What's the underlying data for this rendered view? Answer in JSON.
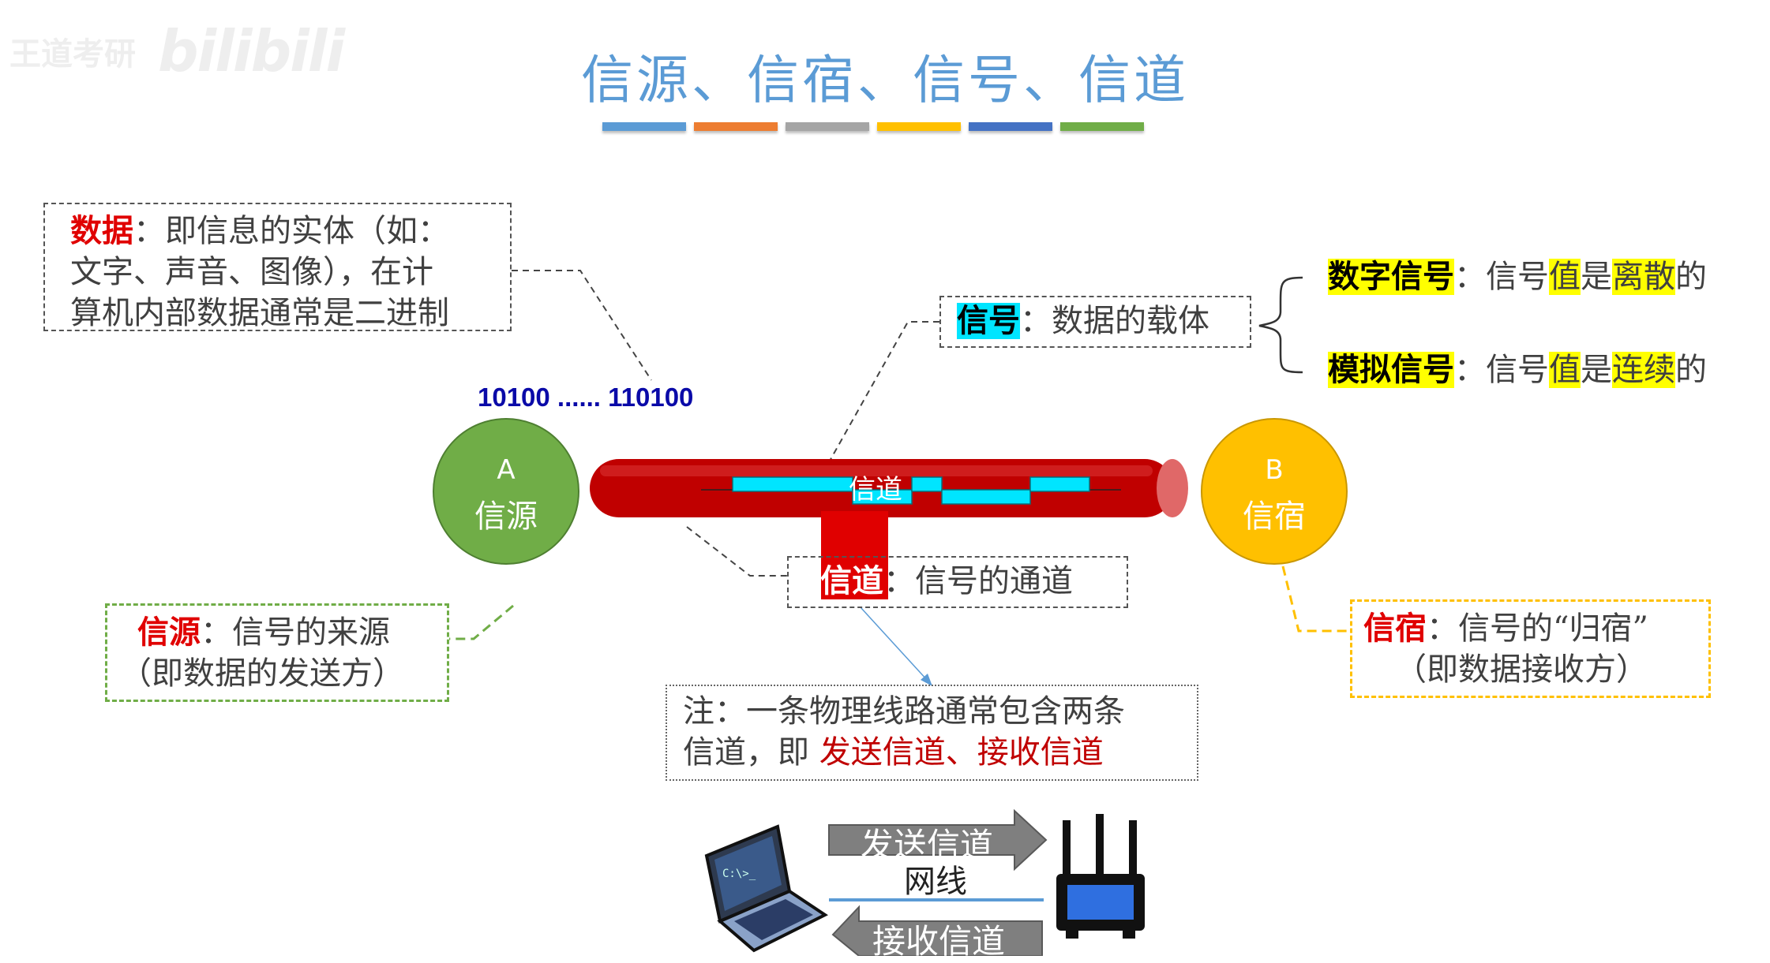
{
  "watermark": {
    "author": "王道考研",
    "logo": "bilibili"
  },
  "title": "信源、信宿、信号、信道",
  "title_bar_colors": [
    "#5b9bd5",
    "#ed7d31",
    "#a5a5a5",
    "#ffc000",
    "#4472c4",
    "#70ad47"
  ],
  "data_box": {
    "term": "数据",
    "sep": "：",
    "line1": "即信息的实体（如：",
    "line2": "文字、声音、图像），在计",
    "line3": "算机内部数据通常是二进制"
  },
  "bits": "10100 ...... 110100",
  "signal_box": {
    "term": "信号",
    "sep": "：",
    "text": "数据的载体"
  },
  "digital": {
    "term": "数字信号",
    "sep": "：",
    "p1": "信号",
    "p2": "值",
    "p3": "是",
    "p4": "离散",
    "p5": "的"
  },
  "analog": {
    "term": "模拟信号",
    "sep": "：",
    "p1": "信号",
    "p2": "值",
    "p3": "是",
    "p4": "连续",
    "p5": "的"
  },
  "source": {
    "letter": "A",
    "name": "信源"
  },
  "sink": {
    "letter": "B",
    "name": "信宿"
  },
  "pipe_label": "信道",
  "source_box": {
    "term": "信源",
    "sep": "：",
    "text": "信号的来源",
    "line2": "（即数据的发送方）"
  },
  "channel_box": {
    "term": "信道",
    "sep": "：",
    "text": "信号的通道"
  },
  "sink_box": {
    "term": "信宿",
    "sep": "：",
    "text": "信号的“归宿”",
    "line2": "（即数据接收方）"
  },
  "note": {
    "prefix": "注：一条物理线路通常包含两条",
    "line2_prefix": "信道，即 ",
    "send": "发送信道",
    "sep": "、",
    "recv": "接收信道"
  },
  "bottom": {
    "send_label": "发送信道",
    "cable_label": "网线",
    "recv_label": "接收信道"
  },
  "colors": {
    "title": "#5b9bd5",
    "source_circle": "#70ad47",
    "sink_circle": "#ffc000",
    "pipe": "#c00000",
    "signal_wave": "#00e5ff",
    "term_red": "#e00000"
  }
}
